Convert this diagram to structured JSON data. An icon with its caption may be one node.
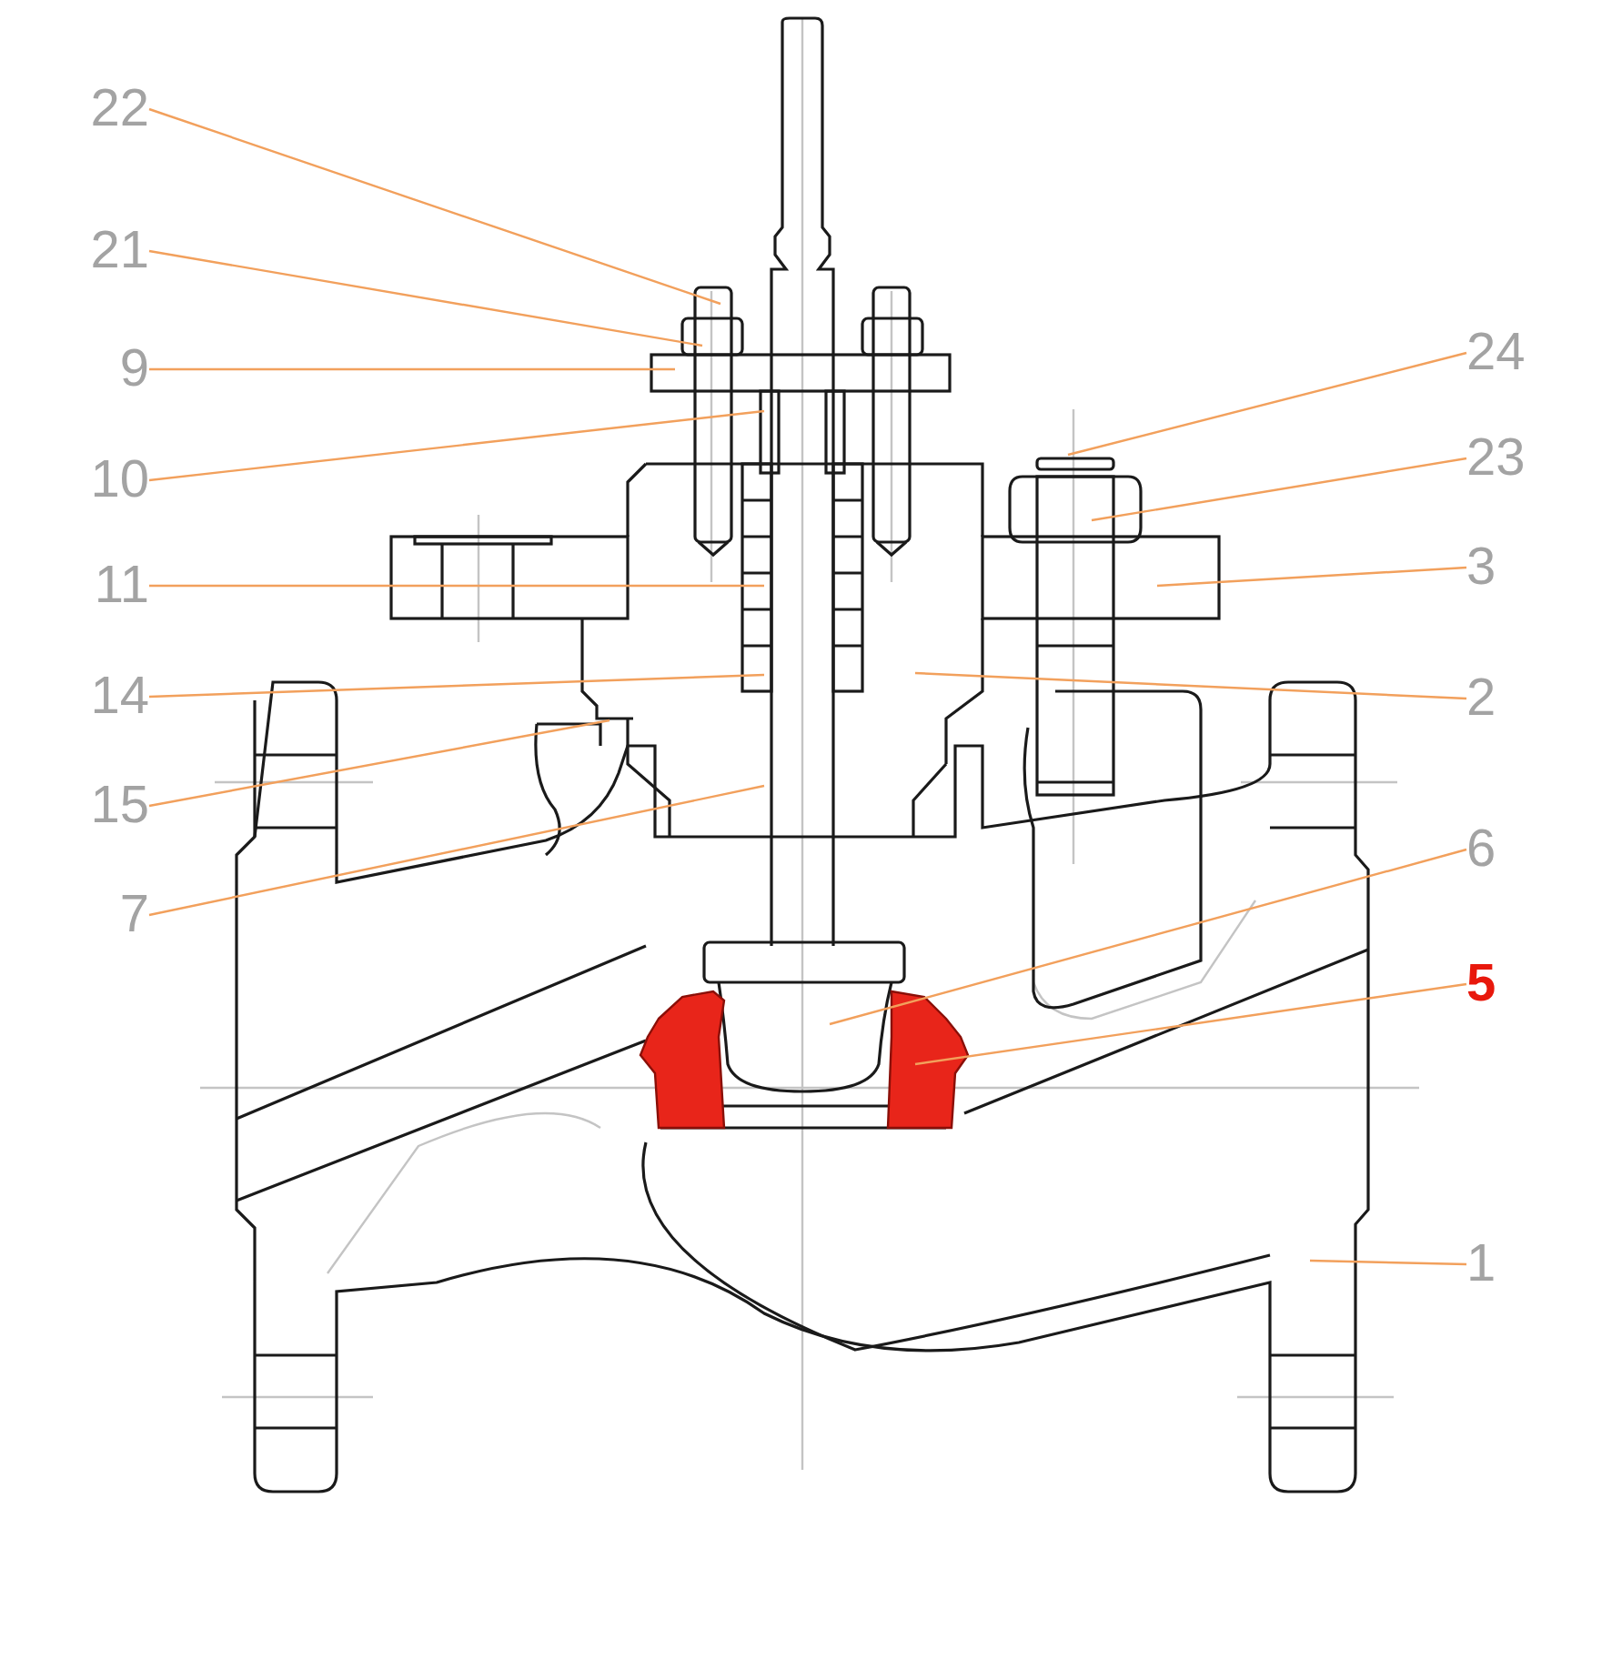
{
  "diagram": {
    "nodes": [
      {
        "text": [
          "22"
        ]
      },
      {
        "text": [
          "21"
        ]
      },
      {
        "text": [
          "9"
        ]
      },
      {
        "text": [
          "10"
        ]
      },
      {
        "text": [
          "11"
        ]
      },
      {
        "text": [
          "14"
        ]
      },
      {
        "text": [
          "15"
        ]
      },
      {
        "text": [
          "7"
        ]
      },
      {
        "text": [
          "24"
        ]
      },
      {
        "text": [
          "23"
        ]
      },
      {
        "text": [
          "3"
        ]
      },
      {
        "text": [
          "2"
        ]
      },
      {
        "text": [
          "6"
        ]
      },
      {
        "text": [
          "5"
        ]
      },
      {
        "text": [
          "1"
        ]
      }
    ],
    "edges": [
      {
        "from": 0,
        "to": null,
        "arrow": "none"
      },
      {
        "from": 1,
        "to": null,
        "arrow": "none"
      },
      {
        "from": 2,
        "to": null,
        "arrow": "none"
      },
      {
        "from": 3,
        "to": null,
        "arrow": "none"
      },
      {
        "from": 4,
        "to": null,
        "arrow": "none"
      },
      {
        "from": 5,
        "to": null,
        "arrow": "none"
      },
      {
        "from": 6,
        "to": null,
        "arrow": "none"
      },
      {
        "from": 7,
        "to": null,
        "arrow": "none"
      },
      {
        "from": 8,
        "to": null,
        "arrow": "none"
      },
      {
        "from": 9,
        "to": null,
        "arrow": "none"
      },
      {
        "from": 10,
        "to": null,
        "arrow": "none"
      },
      {
        "from": 11,
        "to": null,
        "arrow": "none"
      },
      {
        "from": 12,
        "to": null,
        "arrow": "none"
      },
      {
        "from": 13,
        "to": null,
        "arrow": "none"
      },
      {
        "from": 14,
        "to": null,
        "arrow": "none"
      }
    ]
  }
}
